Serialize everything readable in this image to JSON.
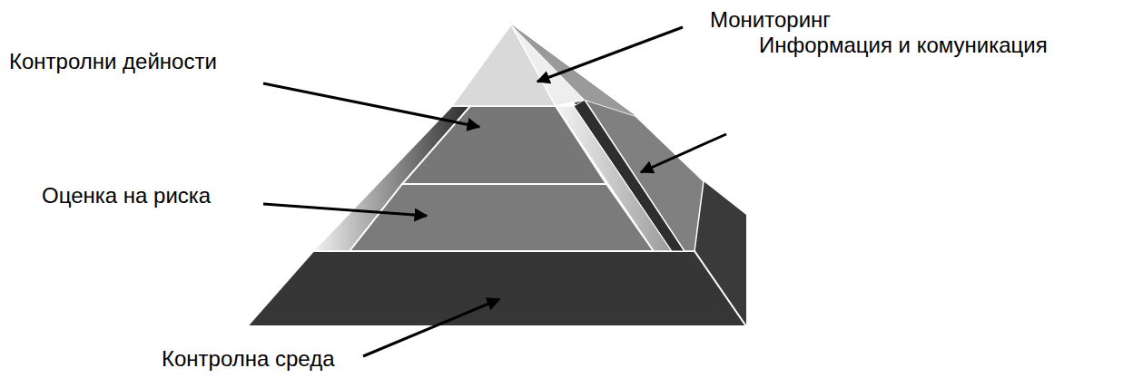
{
  "diagram": {
    "labels": [
      "Мониторинг",
      "Контролни дейности",
      "Информация и комуникация",
      "Оценка на риска",
      "Контролна среда"
    ]
  }
}
